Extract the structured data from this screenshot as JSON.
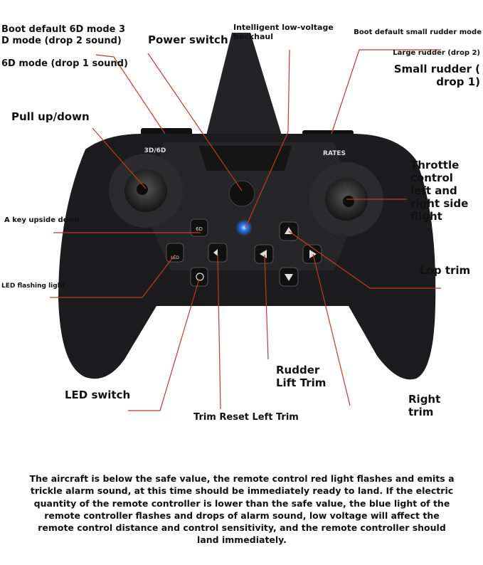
{
  "labels": {
    "boot_6d": "Boot default 6D mode 3\nD mode (drop 2 sound)",
    "mode_6d": "6D mode (drop 1 sound)",
    "power_switch": "Power switch",
    "low_voltage": "Intelligent low-voltage\nbackhaul",
    "boot_rudder": "Boot default small rudder mode",
    "large_rudder": "Large rudder (drop 2)",
    "small_rudder": "Small rudder (\ndrop 1)",
    "pull_up_down": "Pull up/down",
    "throttle": "Throttle\ncontrol\nleft and\nright side\nflight",
    "key_upside": "A key upside down",
    "led_flashing": "LED flashing light",
    "lop_trim": "Lop trim",
    "rudder_lift": "Rudder\nLift Trim",
    "right_trim": "Right\ntrim",
    "led_switch": "LED switch",
    "trim_reset": "Trim Reset Left Trim"
  },
  "controller": {
    "left_label": "3D/6D",
    "right_label": "RATES",
    "button_6d": "6D",
    "button_led": "LED"
  },
  "note": "The aircraft is below the safe value, the remote control red light flashes and emits a trickle alarm sound, at this time should be immediately ready to land. If the electric quantity of the remote controller is lower than the safe value, the blue light of the remote controller flashes and drops of alarm sound, low voltage will affect the remote control distance and control sensitivity, and the remote controller should land immediately.",
  "colors": {
    "leader_line": "#c0392b",
    "led": "#2a7bff",
    "body": "#1c1c1e"
  }
}
